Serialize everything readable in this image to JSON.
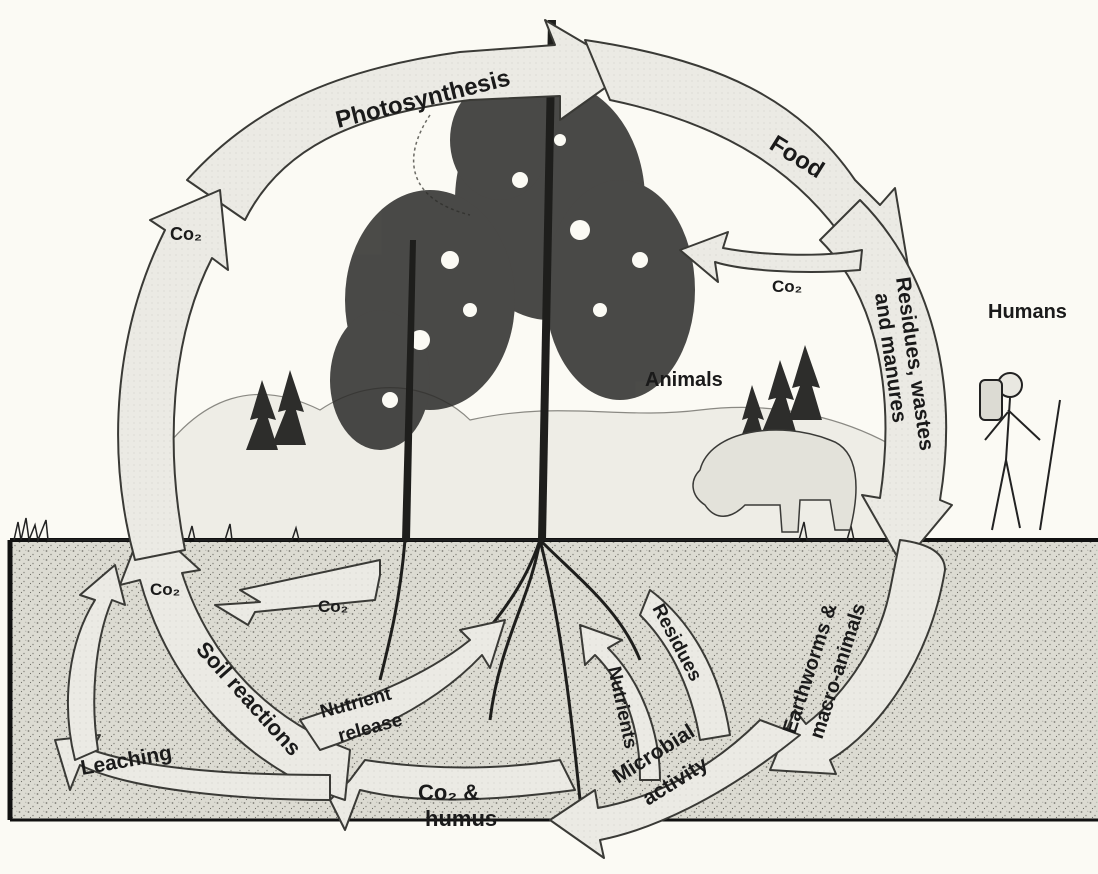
{
  "diagram": {
    "cycle": {
      "photosynthesis": "Photosynthesis",
      "food": "Food",
      "residues_wastes_1": "Residues, wastes",
      "residues_wastes_2": "and manures",
      "earthworms_1": "Earthworms &",
      "earthworms_2": "macro-animals",
      "microbial_1": "Microbial",
      "microbial_2": "activity",
      "co2_humus_1": "Co₂ &",
      "co2_humus_2": "humus",
      "soil_reactions": "Soil reactions",
      "co2_left": "Co₂"
    },
    "inner_arrows": {
      "co2_top_right": "Co₂",
      "co2_soil_left": "Co₂",
      "co2_root": "Co₂",
      "nutrient_release_1": "Nutrient",
      "nutrient_release_2": "release",
      "residues": "Residues",
      "nutrients": "Nutrients",
      "leaching": "Leaching"
    },
    "labels": {
      "humans": "Humans",
      "animals": "Animals"
    }
  }
}
